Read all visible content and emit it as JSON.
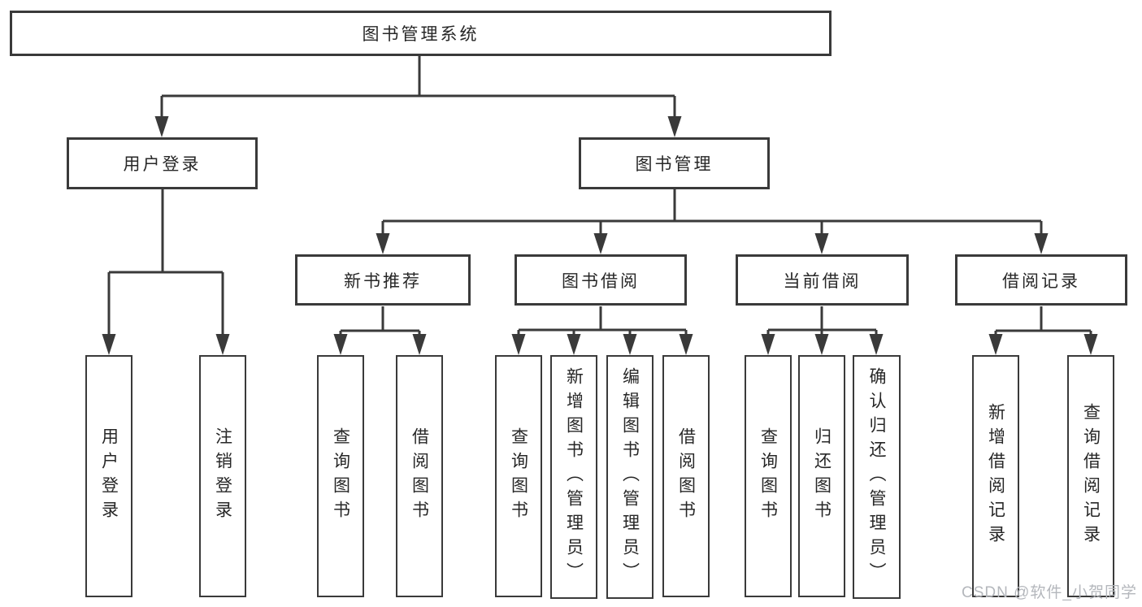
{
  "watermark": "CSDN @软件_小贺同学",
  "colors": {
    "line": "#3a3a3a",
    "text": "#272727",
    "box_background": "#ffffff",
    "watermark": "#b4b7bc"
  },
  "tree": {
    "root": "图书管理系统",
    "user_login": {
      "label": "用户登录",
      "children": [
        "用户登录",
        "注销登录"
      ]
    },
    "book_management": {
      "label": "图书管理",
      "children": [
        {
          "label": "新书推荐",
          "children": [
            "查询图书",
            "借阅图书"
          ]
        },
        {
          "label": "图书借阅",
          "children": [
            "查询图书",
            "新增图书（管理员）",
            "编辑图书（管理员）",
            "借阅图书"
          ]
        },
        {
          "label": "当前借阅",
          "children": [
            "查询图书",
            "归还图书",
            "确认归还（管理员）"
          ]
        },
        {
          "label": "借阅记录",
          "children": [
            "新增借阅记录",
            "查询借阅记录"
          ]
        }
      ]
    }
  }
}
